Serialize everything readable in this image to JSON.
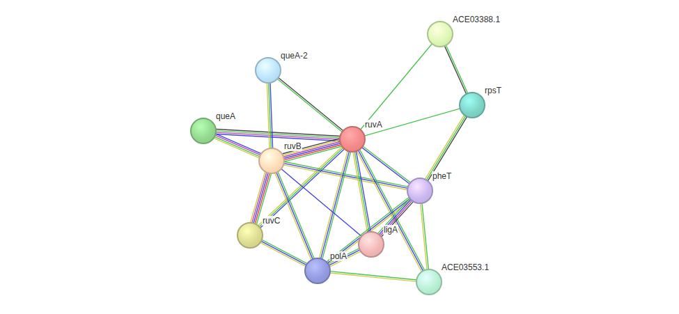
{
  "diagram": {
    "nodes": [
      {
        "text": [
          "ACE03388.1"
        ]
      },
      {
        "text": [
          "queA-2"
        ]
      },
      {
        "text": [
          "rpsT"
        ]
      },
      {
        "text": [
          "queA"
        ]
      },
      {
        "text": [
          "ruvA"
        ]
      },
      {
        "text": [
          "ruvB"
        ]
      },
      {
        "text": [
          "pheT"
        ]
      },
      {
        "text": [
          "ruvC"
        ]
      },
      {
        "text": [
          "ligA"
        ]
      },
      {
        "text": [
          "polA"
        ]
      },
      {
        "text": [
          "ACE03553.1"
        ]
      }
    ],
    "edges": [
      {
        "from": 4,
        "to": 0,
        "arrow": "none"
      },
      {
        "from": 4,
        "to": 2,
        "arrow": "none"
      },
      {
        "from": 0,
        "to": 2,
        "arrow": "none"
      },
      {
        "from": 4,
        "to": 1,
        "arrow": "none"
      },
      {
        "from": 4,
        "to": 3,
        "arrow": "none"
      },
      {
        "from": 1,
        "to": 5,
        "arrow": "none"
      },
      {
        "from": 3,
        "to": 5,
        "arrow": "none"
      },
      {
        "from": 4,
        "to": 5,
        "arrow": "none"
      },
      {
        "from": 4,
        "to": 7,
        "arrow": "none"
      },
      {
        "from": 5,
        "to": 7,
        "arrow": "none"
      },
      {
        "from": 4,
        "to": 6,
        "arrow": "none"
      },
      {
        "from": 5,
        "to": 6,
        "arrow": "none"
      },
      {
        "from": 4,
        "to": 8,
        "arrow": "none"
      },
      {
        "from": 4,
        "to": 9,
        "arrow": "none"
      },
      {
        "from": 4,
        "to": 10,
        "arrow": "none"
      },
      {
        "from": 5,
        "to": 8,
        "arrow": "none"
      },
      {
        "from": 5,
        "to": 9,
        "arrow": "none"
      },
      {
        "from": 7,
        "to": 9,
        "arrow": "none"
      },
      {
        "from": 9,
        "to": 8,
        "arrow": "none"
      },
      {
        "from": 9,
        "to": 6,
        "arrow": "none"
      },
      {
        "from": 8,
        "to": 6,
        "arrow": "none"
      },
      {
        "from": 6,
        "to": 10,
        "arrow": "none"
      },
      {
        "from": 6,
        "to": 2,
        "arrow": "none"
      },
      {
        "from": 9,
        "to": 10,
        "arrow": "none"
      }
    ]
  }
}
